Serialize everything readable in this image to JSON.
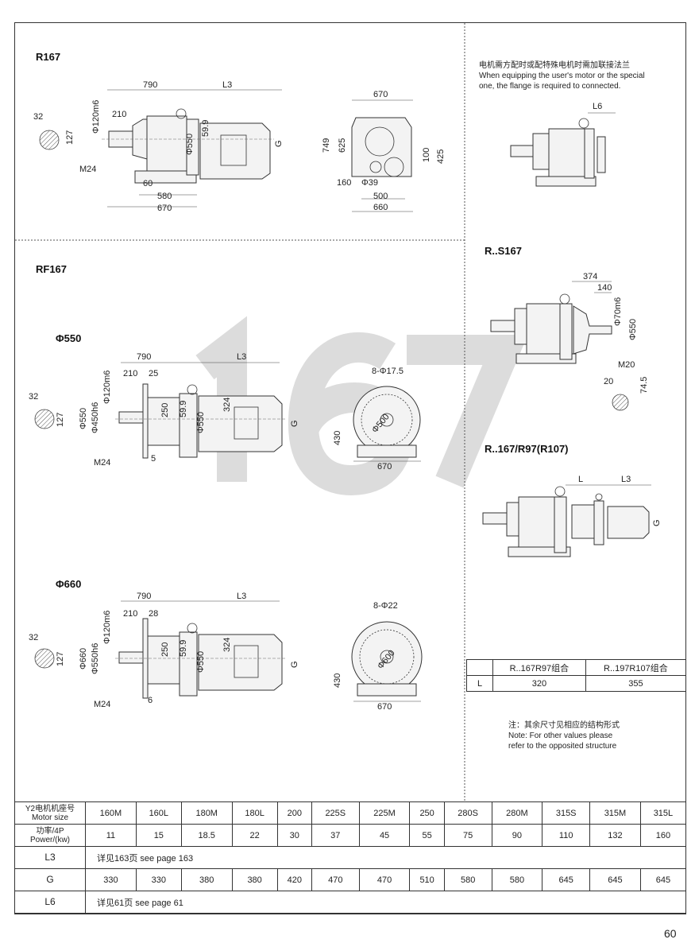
{
  "watermark": "167",
  "page_number": "60",
  "r167": {
    "title": "R167",
    "labels": {
      "key_w": "32",
      "key_h": "127",
      "shaft_d": "Φ120m6",
      "shaft_len": "210",
      "len_790": "790",
      "l3": "L3",
      "d599": "59.9",
      "flange": "Φ550",
      "g": "G",
      "thread": "M24",
      "foot_60": "60",
      "foot_580": "580",
      "foot_670": "670"
    },
    "side": {
      "width_top": "670",
      "h749": "749",
      "h625": "625",
      "h100": "100",
      "h425": "425",
      "w160": "160",
      "hole": "Φ39",
      "w500": "500",
      "w660": "660"
    }
  },
  "flange_note": {
    "zh": "电机需方配时或配特殊电机时需加联接法兰",
    "en1": "When equipping the user's motor or the special",
    "en2": "one, the flange is required to connected.",
    "l6": "L6"
  },
  "rf167": {
    "title": "RF167",
    "v550": {
      "subtitle": "Φ550",
      "len_790": "790",
      "l3": "L3",
      "s210": "210",
      "s25": "25",
      "key_w": "32",
      "key_h": "127",
      "d_flange": "Φ550",
      "d_pilot": "Φ450h6",
      "d_shaft": "Φ120m6",
      "h250": "250",
      "d599": "59.9",
      "d_motor": "Φ550",
      "h324": "324",
      "g": "G",
      "thread": "M24",
      "t5": "5",
      "holes": "8-Φ17.5",
      "pcd": "Φ500",
      "h430": "430",
      "w670": "670"
    },
    "v660": {
      "subtitle": "Φ660",
      "len_790": "790",
      "l3": "L3",
      "s210": "210",
      "s28": "28",
      "key_w": "32",
      "key_h": "127",
      "d_flange": "Φ660",
      "d_pilot": "Φ550h6",
      "d_shaft": "Φ120m6",
      "h250": "250",
      "d599": "59.9",
      "d_motor": "Φ550",
      "h324": "324",
      "g": "G",
      "thread": "M24",
      "t6": "6",
      "holes": "8-Φ22",
      "pcd": "Φ600",
      "h430": "430",
      "w670": "670"
    }
  },
  "rs167": {
    "title": "R..S167",
    "d374": "374",
    "d140": "140",
    "d_shaft": "Φ70m6",
    "d_flange": "Φ550",
    "thread": "M20",
    "key_w": "20",
    "key_h": "74.5"
  },
  "r167r97": {
    "title": "R..167/R97(R107)",
    "l": "L",
    "l3": "L3",
    "g": "G"
  },
  "combo_table": {
    "headers": [
      "",
      "R..167R97组合",
      "R..197R107组合"
    ],
    "row": [
      "L",
      "320",
      "355"
    ]
  },
  "note": {
    "zh": "注：其余尺寸见相应的结构形式",
    "en1": "Note: For other values please",
    "en2": "refer to the opposited structure"
  },
  "main_table": {
    "motor_size_label_zh": "Y2电机机座号",
    "motor_size_label_en": "Motor size",
    "motor_sizes": [
      "160M",
      "160L",
      "180M",
      "180L",
      "200",
      "225S",
      "225M",
      "250",
      "280S",
      "280M",
      "315S",
      "315M",
      "315L"
    ],
    "power_label_zh": "功率/4P",
    "power_label_en": "Power/(kw)",
    "power": [
      "11",
      "15",
      "18.5",
      "22",
      "30",
      "37",
      "45",
      "55",
      "75",
      "90",
      "110",
      "132",
      "160"
    ],
    "l3_label": "L3",
    "l3_text": "详见163页    see page 163",
    "g_label": "G",
    "g": [
      "330",
      "330",
      "380",
      "380",
      "420",
      "470",
      "470",
      "510",
      "580",
      "580",
      "645",
      "645",
      "645"
    ],
    "l6_label": "L6",
    "l6_text": "详见61页    see page 61"
  }
}
